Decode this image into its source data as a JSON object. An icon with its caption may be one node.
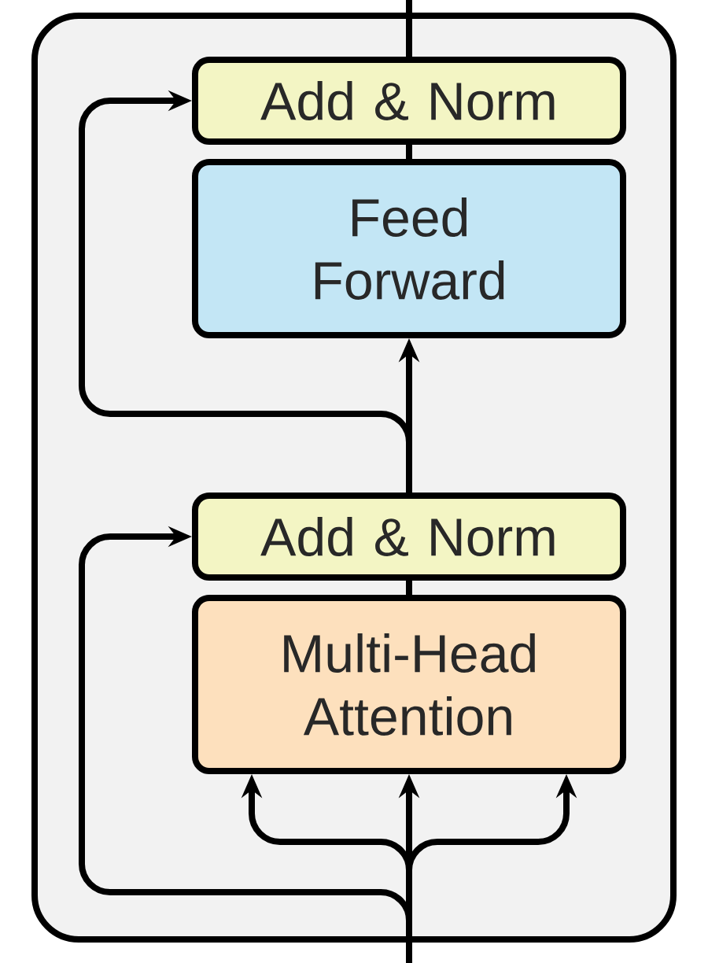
{
  "diagram": {
    "nodes": [
      {
        "text": [],
        "shape": "box"
      },
      {
        "text": [
          "Add & Norm"
        ],
        "in": 0
      },
      {
        "text": [
          "Feed Forward"
        ],
        "in": 0
      },
      {
        "text": [
          "Add & Norm"
        ],
        "in": 0
      },
      {
        "text": [
          "Multi-Head Attention"
        ],
        "in": 0
      }
    ],
    "edges": [
      {
        "from": null,
        "to": 4,
        "arrow": "to"
      },
      {
        "from": null,
        "to": 4,
        "arrow": "to"
      },
      {
        "from": null,
        "to": 4,
        "arrow": "to"
      },
      {
        "from": null,
        "to": 3,
        "arrow": "to"
      },
      {
        "from": 4,
        "to": 3,
        "arrow": "none"
      },
      {
        "from": 3,
        "to": 2,
        "arrow": "to"
      },
      {
        "from": 3,
        "to": 1,
        "arrow": "to"
      },
      {
        "from": 2,
        "to": 1,
        "arrow": "none"
      },
      {
        "from": 1,
        "to": null,
        "arrow": "none"
      }
    ]
  }
}
